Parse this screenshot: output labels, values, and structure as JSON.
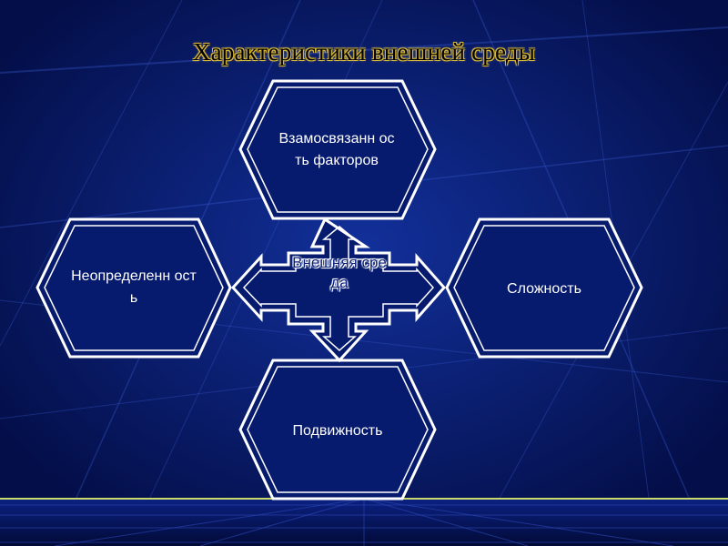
{
  "title": "Характеристики внешней среды",
  "center": {
    "label": "Внешняя среда"
  },
  "factors": {
    "top": "Взамосвязанн ость факторов",
    "left": "Неопределенн ость",
    "right": "Сложность",
    "bottom": "Подвижность"
  },
  "colors": {
    "background": "#061a6e",
    "title_fill": "#000000",
    "title_outline": "#d6b73a",
    "outline": "#ffffff",
    "ground_line": "#c9d96a"
  }
}
